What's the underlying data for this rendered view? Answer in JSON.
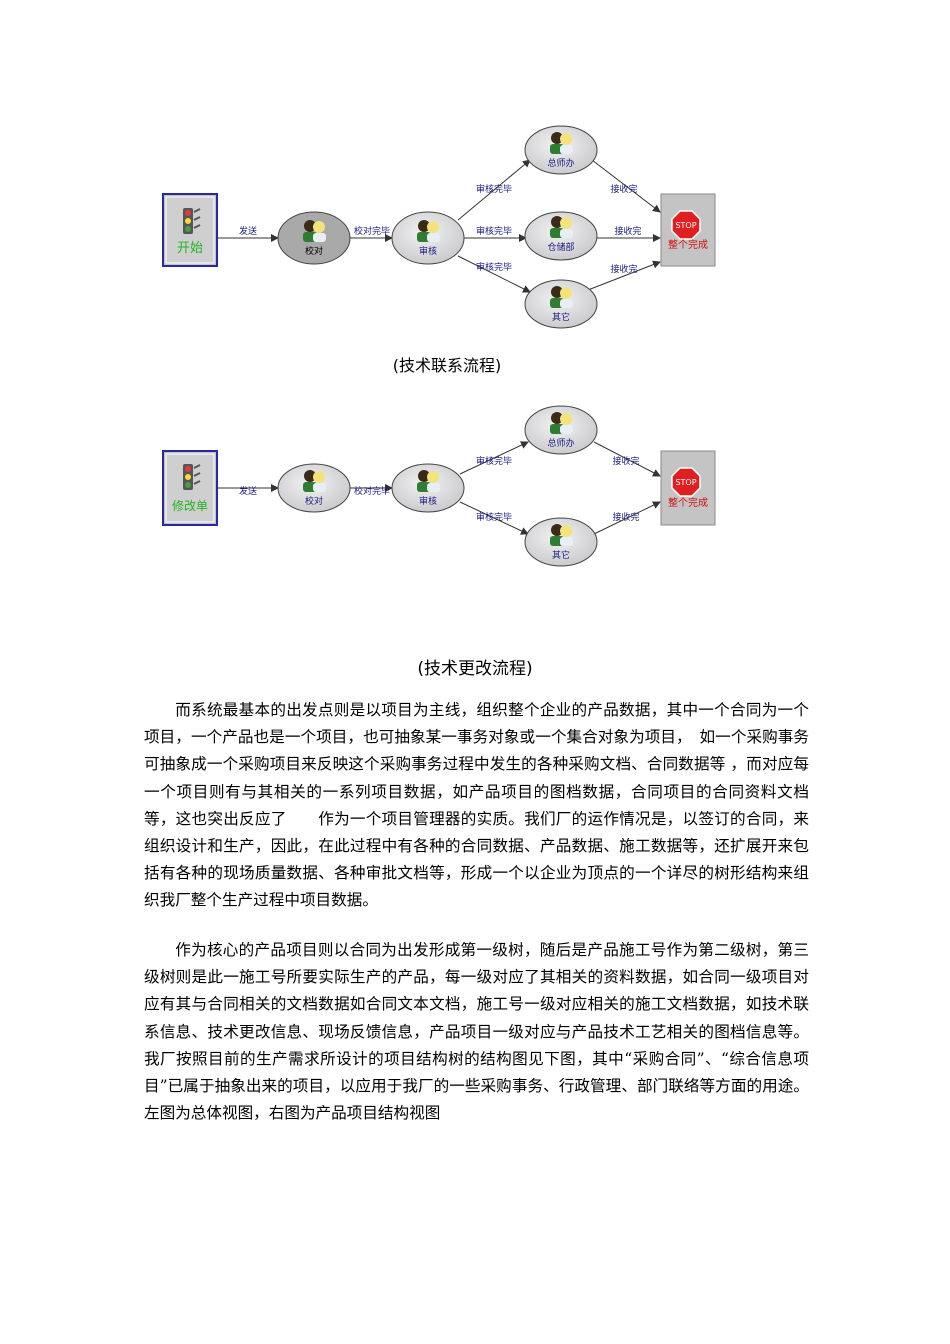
{
  "flow1": {
    "start_label": "开始",
    "nodes": [
      "校对",
      "审核",
      "总师办",
      "仓储部",
      "其它"
    ],
    "edges": [
      "发送",
      "校对完毕",
      "审核完毕",
      "审核完毕",
      "审核完毕",
      "接收完",
      "接收完",
      "接收完"
    ],
    "stop_sign": "STOP",
    "end_label": "整个完成",
    "caption": "(技术联系流程)"
  },
  "flow2": {
    "start_label": "修改单",
    "nodes": [
      "校对",
      "审核",
      "总师办",
      "其它"
    ],
    "edges": [
      "发送",
      "校对完毕",
      "审核完毕",
      "审核完毕",
      "接收完",
      "接收完"
    ],
    "stop_sign": "STOP",
    "end_label": "整个完成",
    "caption": "(技术更改流程)"
  },
  "body": {
    "para1": "而系统最基本的出发点则是以项目为主线，组织整个企业的产品数据，其中一个合同为一个项目，一个产品也是一个项目，也可抽象某一事务对象或一个集合对象为项目，　如一个采购事务可抽象成一个采购项目来反映这个采购事务过程中发生的各种采购文档、合同数据等 ，而对应每一个项目则有与其相关的一系列项目数据，如产品项目的图档数据，合同项目的合同资料文档等，这也突出反应了　　作为一个项目管理器的实质。我们厂的运作情况是，以签订的合同，来组织设计和生产，因此，在此过程中有各种的合同数据、产品数据、施工数据等，还扩展开来包括有各种的现场质量数据、各种审批文档等，形成一个以企业为顶点的一个详尽的树形结构来组织我厂整个生产过程中项目数据。",
    "para2": "作为核心的产品项目则以合同为出发形成第一级树，随后是产品施工号作为第二级树，第三级树则是此一施工号所要实际生产的产品，每一级对应了其相关的资料数据，如合同一级项目对应有其与合同相关的文档数据如合同文本文档，施工号一级对应相关的施工文档数据，如技术联系信息、技术更改信息、现场反馈信息，产品项目一级对应与产品技术工艺相关的图档信息等。我厂按照目前的生产需求所设计的项目结构树的结构图见下图，其中“采购合同”、“综合信息项目”已属于抽象出来的项目，以应用于我厂的一些采购事务、行政管理、部门联络等方面的用途。 左图为总体视图，右图为产品项目结构视图"
  }
}
